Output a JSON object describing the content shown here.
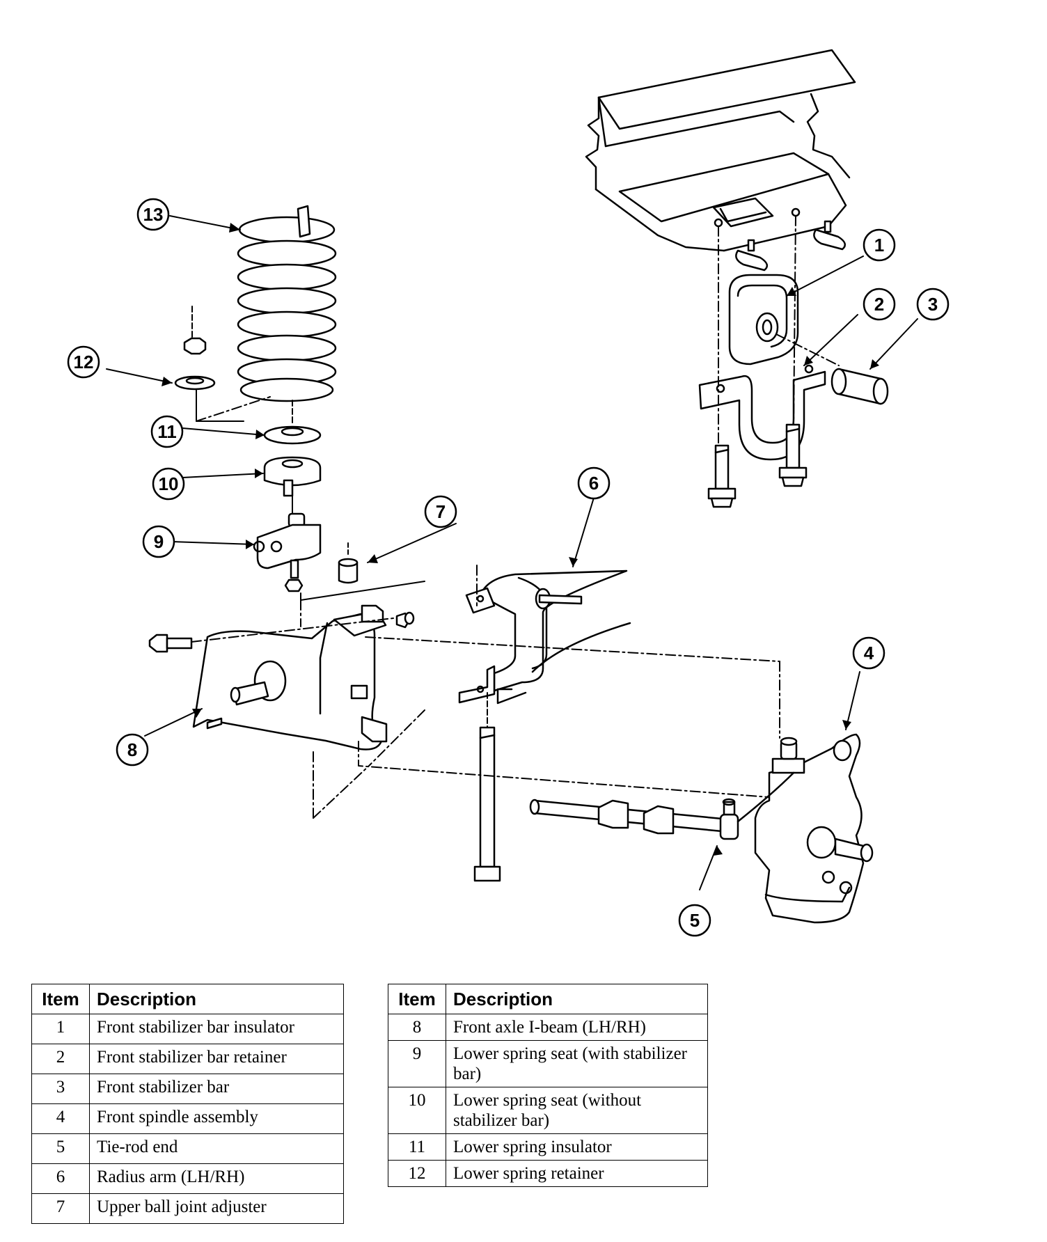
{
  "callouts": [
    "1",
    "2",
    "3",
    "4",
    "5",
    "6",
    "7",
    "8",
    "9",
    "10",
    "11",
    "12",
    "13"
  ],
  "legend": {
    "header_item": "Item",
    "header_description": "Description",
    "left_rows": [
      {
        "item": "1",
        "description": "Front stabilizer bar insulator"
      },
      {
        "item": "2",
        "description": "Front stabilizer bar retainer"
      },
      {
        "item": "3",
        "description": "Front stabilizer bar"
      },
      {
        "item": "4",
        "description": "Front spindle assembly"
      },
      {
        "item": "5",
        "description": "Tie-rod end"
      },
      {
        "item": "6",
        "description": "Radius arm (LH/RH)"
      },
      {
        "item": "7",
        "description": "Upper ball joint adjuster"
      }
    ],
    "right_rows": [
      {
        "item": "8",
        "description": "Front axle I-beam (LH/RH)"
      },
      {
        "item": "9",
        "description": "Lower spring seat (with stabilizer bar)"
      },
      {
        "item": "10",
        "description": "Lower spring seat (without stabilizer bar)"
      },
      {
        "item": "11",
        "description": "Lower spring insulator"
      },
      {
        "item": "12",
        "description": "Lower spring retainer"
      }
    ]
  }
}
